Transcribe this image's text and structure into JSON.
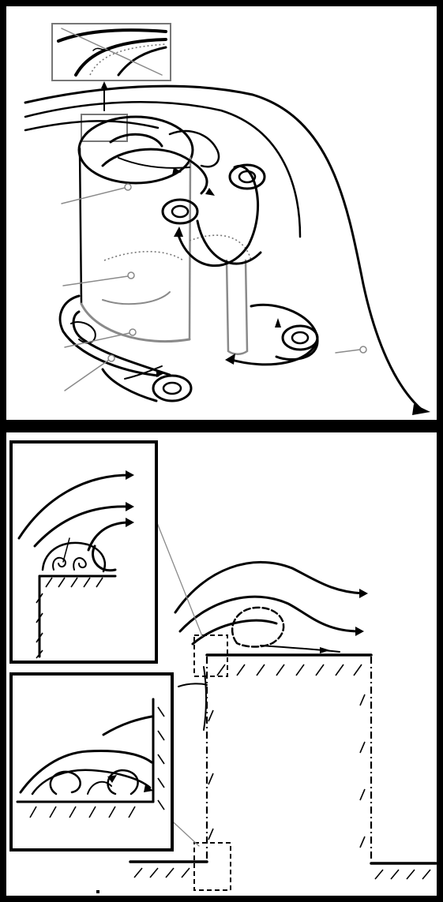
{
  "figure": {
    "panels": [
      {
        "id": "top",
        "content": "3d-vortex-flow-around-tall-building"
      },
      {
        "id": "bottom",
        "content": "2d-section-flow-separation-with-detail-insets"
      }
    ],
    "colors": {
      "ink": "#000000",
      "leader": "#8a8a8a",
      "background": "#ffffff"
    }
  }
}
